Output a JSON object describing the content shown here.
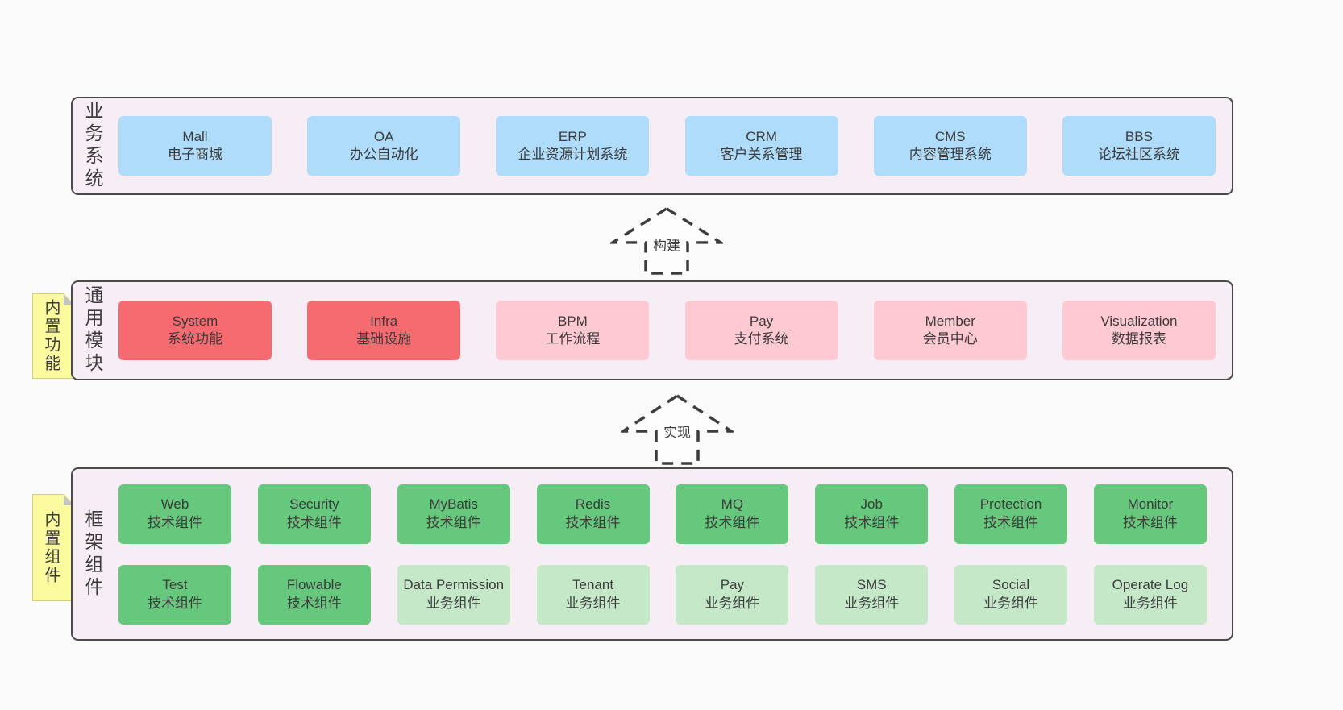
{
  "colors": {
    "page_bg": "#fafafa",
    "panel_bg": "#f7edf5",
    "panel_border": "#4a4a4a",
    "text": "#3b3b3b",
    "blue_box": "#aedcfa",
    "red_box": "#f56b70",
    "pink_box": "#fec9d3",
    "green_dark_box": "#65c87c",
    "green_light_box": "#c5e8c9",
    "sticky_bg": "#fbfa9e"
  },
  "sections": {
    "business": {
      "label": "业务系统",
      "boxes": [
        {
          "title": "Mall",
          "subtitle": "电子商城",
          "variant": "blue"
        },
        {
          "title": "OA",
          "subtitle": "办公自动化",
          "variant": "blue"
        },
        {
          "title": "ERP",
          "subtitle": "企业资源计划系统",
          "variant": "blue"
        },
        {
          "title": "CRM",
          "subtitle": "客户关系管理",
          "variant": "blue"
        },
        {
          "title": "CMS",
          "subtitle": "内容管理系统",
          "variant": "blue"
        },
        {
          "title": "BBS",
          "subtitle": "论坛社区系统",
          "variant": "blue"
        }
      ]
    },
    "build_arrow": {
      "label": "构建"
    },
    "modules": {
      "sticky": "内置功能",
      "label": "通用模块",
      "boxes": [
        {
          "title": "System",
          "subtitle": "系统功能",
          "variant": "red"
        },
        {
          "title": "Infra",
          "subtitle": "基础设施",
          "variant": "red"
        },
        {
          "title": "BPM",
          "subtitle": "工作流程",
          "variant": "pink"
        },
        {
          "title": "Pay",
          "subtitle": "支付系统",
          "variant": "pink"
        },
        {
          "title": "Member",
          "subtitle": "会员中心",
          "variant": "pink"
        },
        {
          "title": "Visualization",
          "subtitle": "数据报表",
          "variant": "pink"
        }
      ]
    },
    "implement_arrow": {
      "label": "实现"
    },
    "framework": {
      "sticky": "内置组件",
      "label": "框架组件",
      "rows": [
        [
          {
            "title": "Web",
            "subtitle": "技术组件",
            "variant": "green-dark"
          },
          {
            "title": "Security",
            "subtitle": "技术组件",
            "variant": "green-dark"
          },
          {
            "title": "MyBatis",
            "subtitle": "技术组件",
            "variant": "green-dark"
          },
          {
            "title": "Redis",
            "subtitle": "技术组件",
            "variant": "green-dark"
          },
          {
            "title": "MQ",
            "subtitle": "技术组件",
            "variant": "green-dark"
          },
          {
            "title": "Job",
            "subtitle": "技术组件",
            "variant": "green-dark"
          },
          {
            "title": "Protection",
            "subtitle": "技术组件",
            "variant": "green-dark"
          },
          {
            "title": "Monitor",
            "subtitle": "技术组件",
            "variant": "green-dark"
          }
        ],
        [
          {
            "title": "Test",
            "subtitle": "技术组件",
            "variant": "green-dark"
          },
          {
            "title": "Flowable",
            "subtitle": "技术组件",
            "variant": "green-dark"
          },
          {
            "title": "Data Permission",
            "subtitle": "业务组件",
            "variant": "green-light"
          },
          {
            "title": "Tenant",
            "subtitle": "业务组件",
            "variant": "green-light"
          },
          {
            "title": "Pay",
            "subtitle": "业务组件",
            "variant": "green-light"
          },
          {
            "title": "SMS",
            "subtitle": "业务组件",
            "variant": "green-light"
          },
          {
            "title": "Social",
            "subtitle": "业务组件",
            "variant": "green-light"
          },
          {
            "title": "Operate Log",
            "subtitle": "业务组件",
            "variant": "green-light"
          }
        ]
      ]
    }
  }
}
